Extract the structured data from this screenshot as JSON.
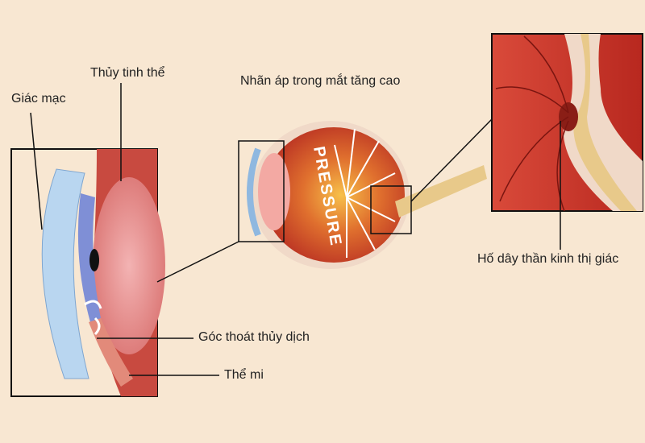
{
  "labels": {
    "cornea": "Giác mạc",
    "lens": "Thủy tinh thể",
    "title": "Nhãn áp trong mắt tăng cao",
    "pressure": "PRESSURE",
    "optic_cup": "Hố dây thần kinh thị giác",
    "drainage_angle": "Góc thoát thủy dịch",
    "ciliary_body": "Thể mi"
  },
  "colors": {
    "background": "#f8e7d2",
    "retina": "#c8362a",
    "sclera": "#f0d9c8",
    "cornea": "#8fb8e0",
    "nerve": "#e8c98a"
  }
}
